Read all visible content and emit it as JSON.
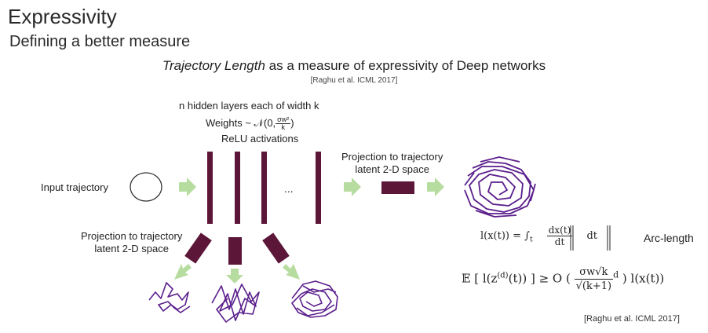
{
  "slide": {
    "title": "Expressivity",
    "subtitle": "Defining a better measure",
    "headline_italic": "Trajectory Length",
    "headline_rest": " as a measure of expressivity of Deep networks",
    "citation_top": "[Raghu et al. ICML 2017]",
    "layers_description": "n hidden layers each of width k",
    "weights_prefix": "Weights ~ ",
    "weights_dist": "𝒩(0,",
    "weights_frac_num": "σw²",
    "weights_frac_den": "k",
    "weights_close": ")",
    "activations": "ReLU activations",
    "input_label": "Input trajectory",
    "projection_line1": "Projection to trajectory",
    "projection_line2": "latent 2-D space",
    "ellipsis": "...",
    "arc_formula_lhs": "l(x(t)) = ∫",
    "arc_formula_sub": "t",
    "arc_formula_num": "dx(t)",
    "arc_formula_den": "dt",
    "arc_formula_tail": "dt",
    "arc_label": "Arc-length",
    "bound_lhs": "𝔼 [ l(z",
    "bound_sup": "(d)",
    "bound_mid": "(t)) ] ≥ O (",
    "bound_num": "σw√k",
    "bound_den": "√(k+1)",
    "bound_exp": "d",
    "bound_tail": ") l(x(t))",
    "citation_bottom": "[Raghu et al. ICML 2017]"
  },
  "colors": {
    "bar": "#5c1638",
    "arrow": "#b7dca0",
    "trajectory": "#5a1f8c",
    "circle": "#333333"
  }
}
